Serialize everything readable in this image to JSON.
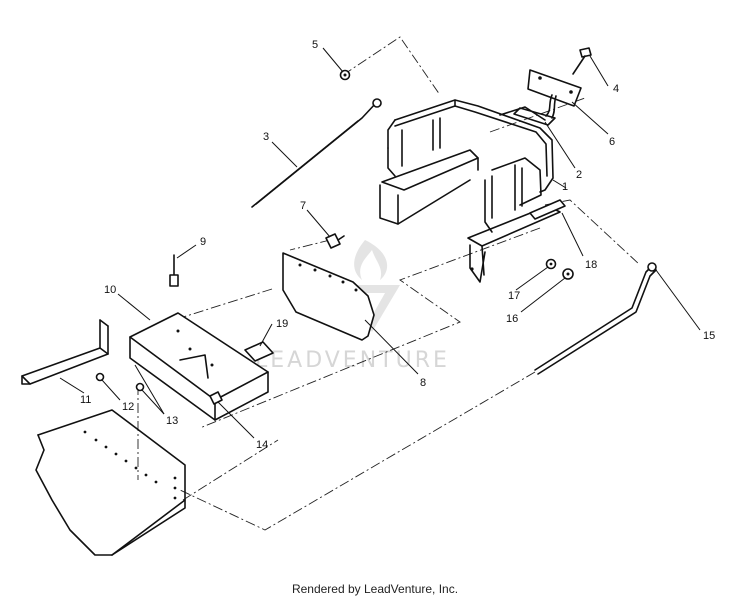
{
  "watermark": {
    "text": "LEADVENTURE"
  },
  "callouts": {
    "c1": "1",
    "c2": "2",
    "c3": "3",
    "c4": "4",
    "c5": "5",
    "c6": "6",
    "c7": "7",
    "c8": "8",
    "c9": "9",
    "c10": "10",
    "c11": "11",
    "c12": "12",
    "c13": "13",
    "c14": "14",
    "c15": "15",
    "c16": "16",
    "c17": "17",
    "c18": "18",
    "c19": "19"
  },
  "footer": {
    "credit": "Rendered by LeadVenture, Inc."
  }
}
